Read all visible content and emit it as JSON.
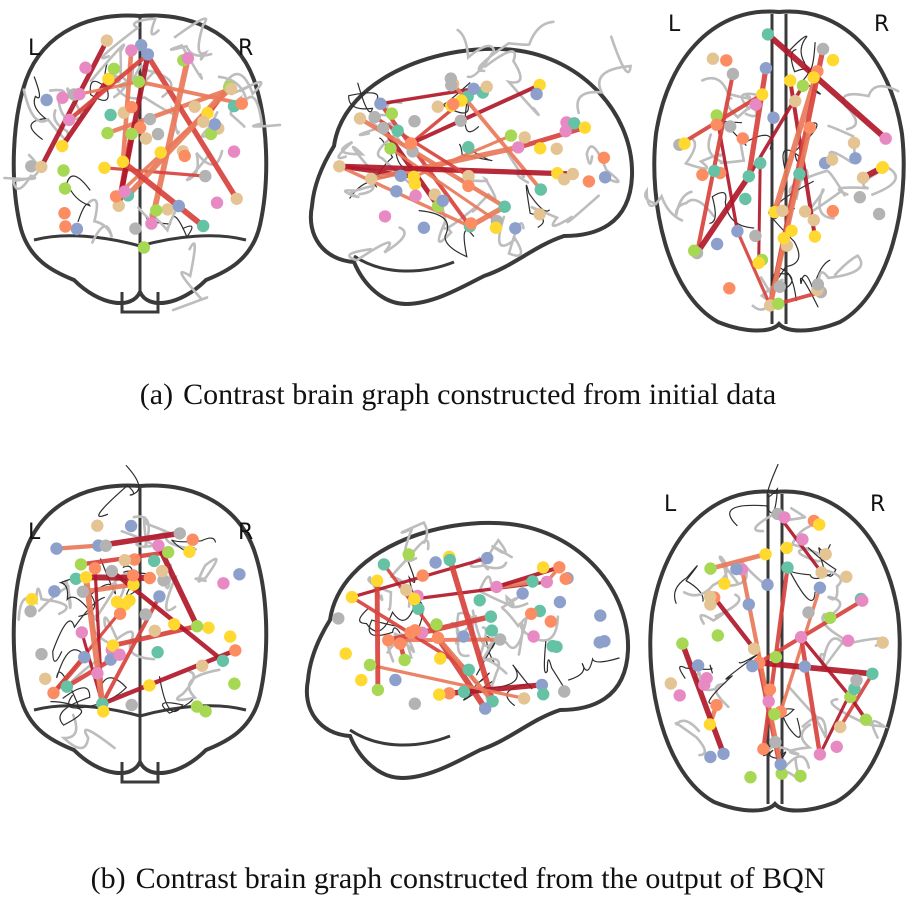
{
  "figure": {
    "panels": [
      {
        "id": "a",
        "tag": "(a)",
        "caption": "Contrast brain graph constructed from initial data",
        "coronal": {
          "left_label": "L",
          "right_label": "R"
        },
        "axial": {
          "left_label": "L",
          "right_label": "R"
        }
      },
      {
        "id": "b",
        "tag": "(b)",
        "caption": "Contrast brain graph constructed from the output of BQN",
        "coronal": {
          "left_label": "L",
          "right_label": "R"
        },
        "axial": {
          "left_label": "L",
          "right_label": "R"
        }
      }
    ]
  },
  "colors": {
    "outline": "#3a3a3a",
    "sulci_light": "#bdbdbd",
    "sulci_dark": "#2e2e2e",
    "edge_strong": "#b0182a",
    "edge_mid": "#d9443e",
    "edge_light": "#ea7a5a",
    "node_palette": [
      "#66c2a5",
      "#fc8d62",
      "#8da0cb",
      "#e78ac3",
      "#a6d854",
      "#ffd92f",
      "#e5c494",
      "#b3b3b3"
    ]
  }
}
